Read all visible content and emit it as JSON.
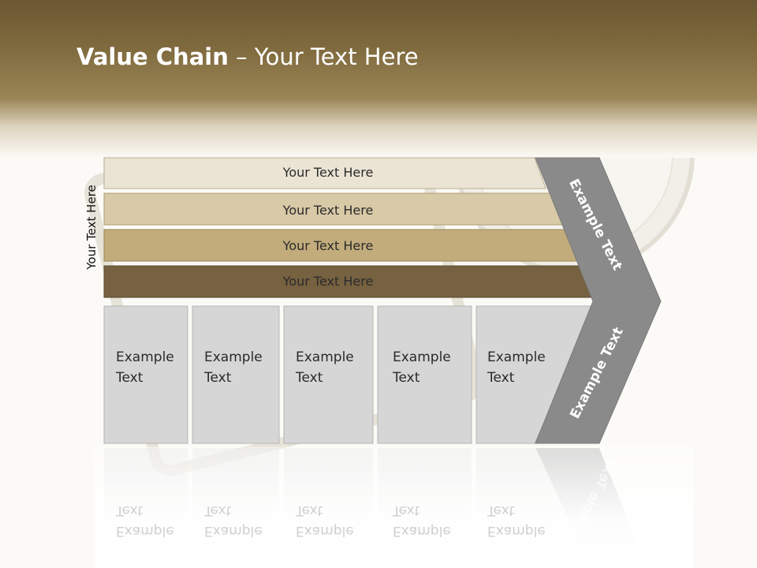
{
  "slide": {
    "title_bold": "Value Chain",
    "title_rest": " – Your Text Here",
    "side_label": "Your Text Here",
    "bars": [
      {
        "label": "Your Text Here",
        "color": "#ebe4d5"
      },
      {
        "label": "Your Text Here",
        "color": "#d8c9a7"
      },
      {
        "label": "Your Text Here",
        "color": "#c2ac7c"
      },
      {
        "label": "Your Text Here",
        "color": "#766140"
      }
    ],
    "boxes": [
      {
        "label": "Example\nText"
      },
      {
        "label": "Example\nText"
      },
      {
        "label": "Example\nText"
      },
      {
        "label": "Example\nText"
      },
      {
        "label": "Example\nText"
      }
    ],
    "arrow_upper": "Example Text",
    "arrow_lower": "Example Text",
    "colors": {
      "header": "#7f6a3e",
      "box_fill": "#d6d6d6",
      "arrow_fill": "#8a8a8a"
    }
  }
}
